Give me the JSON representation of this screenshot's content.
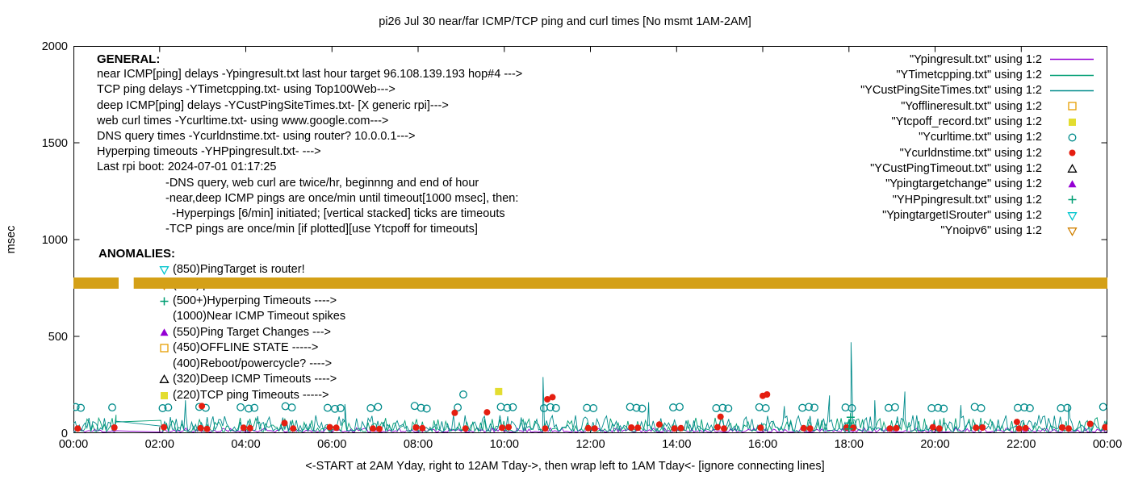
{
  "title": "pi26 Jul 30  near/far ICMP/TCP ping and curl times [No msmt 1AM-2AM]",
  "xlabel": "<-START at 2AM Yday, right to 12AM Tday->, then wrap left to 1AM Tday<- [ignore connecting lines]",
  "ylabel": "msec",
  "general": {
    "heading": "GENERAL:",
    "lines": [
      {
        "text": "near ICMP[ping] delays -Ypingresult.txt last hour target 96.108.139.193 hop#4 --->",
        "indent": 0
      },
      {
        "text": "TCP ping delays -YTimetcpping.txt- using Top100Web--->",
        "indent": 0
      },
      {
        "text": "deep ICMP[ping] delays -YCustPingSiteTimes.txt- [X generic rpi]--->",
        "indent": 0
      },
      {
        "text": "web curl times -Ycurltime.txt- using www.google.com--->",
        "indent": 0
      },
      {
        "text": "DNS query times -Ycurldnstime.txt- using router? 10.0.0.1--->",
        "indent": 0
      },
      {
        "text": "Hyperping timeouts -YHPpingresult.txt- --->",
        "indent": 0
      },
      {
        "text": "Last rpi boot: 2024-07-01 01:17:25",
        "indent": 0
      },
      {
        "text": "-DNS query, web curl are twice/hr, beginnng and end of hour",
        "indent": 1
      },
      {
        "text": "-near,deep ICMP pings are once/min until timeout[1000 msec], then:",
        "indent": 1
      },
      {
        "text": "-Hyperpings [6/min] initiated; [vertical stacked] ticks are timeouts",
        "indent": 2
      },
      {
        "text": "-TCP pings are once/min [if plotted][use Ytcpoff for timeouts]",
        "indent": 1
      }
    ]
  },
  "anomalies": {
    "heading": "ANOMALIES:",
    "lines": [
      {
        "marker": "tri-down-open",
        "color": "#00c5cd",
        "text": "(850)PingTarget is router!"
      },
      {
        "marker": "tri-down-open",
        "color": "#d08000",
        "text": "(775)ipv6 failure ---->"
      },
      {
        "marker": "plus",
        "color": "#009e73",
        "text": "(500+)Hyperping Timeouts ---->"
      },
      {
        "marker": "none",
        "color": "",
        "text": "(1000)Near ICMP Timeout spikes"
      },
      {
        "marker": "triangle",
        "color": "#9400d3",
        "text": "(550)Ping Target Changes --->"
      },
      {
        "marker": "square-open",
        "color": "#e69f00",
        "text": "(450)OFFLINE STATE ----->"
      },
      {
        "marker": "none",
        "color": "",
        "text": "(400)Reboot/powercycle? ---->"
      },
      {
        "marker": "triangle-open",
        "color": "#000000",
        "text": "(320)Deep ICMP Timeouts ---->"
      },
      {
        "marker": "square",
        "color": "#e3dd30",
        "text": "(220)TCP ping Timeouts ----->"
      }
    ]
  },
  "legend": {
    "entries": [
      {
        "label": "\"Ypingresult.txt\" using 1:2",
        "sample": "line",
        "color": "#9400d3"
      },
      {
        "label": "\"YTimetcpping.txt\" using 1:2",
        "sample": "line",
        "color": "#009e73"
      },
      {
        "label": "\"YCustPingSiteTimes.txt\" using 1:2",
        "sample": "line",
        "color": "#008b8b"
      },
      {
        "label": "\"Yofflineresult.txt\" using 1:2",
        "sample": "square-open",
        "color": "#e69f00"
      },
      {
        "label": "\"Ytcpoff_record.txt\" using 1:2",
        "sample": "square",
        "color": "#e3dd30"
      },
      {
        "label": "\"Ycurltime.txt\" using 1:2",
        "sample": "circle-open",
        "color": "#008b8b"
      },
      {
        "label": "\"Ycurldnstime.txt\" using 1:2",
        "sample": "circle",
        "color": "#e51e10"
      },
      {
        "label": "\"YCustPingTimeout.txt\" using 1:2",
        "sample": "triangle-open",
        "color": "#000000"
      },
      {
        "label": "\"Ypingtargetchange\" using 1:2",
        "sample": "triangle",
        "color": "#9400d3"
      },
      {
        "label": "\"YHPpingresult.txt\" using 1:2",
        "sample": "plus",
        "color": "#009e73"
      },
      {
        "label": "\"YpingtargetISrouter\" using 1:2",
        "sample": "tri-down-open",
        "color": "#00c5cd"
      },
      {
        "label": "\"Ynoipv6\" using 1:2",
        "sample": "tri-down-open",
        "color": "#d08000"
      }
    ]
  },
  "chart_data": {
    "type": "line",
    "title": "pi26 Jul 30  near/far ICMP/TCP ping and curl times [No msmt 1AM-2AM]",
    "xlabel": "<-START at 2AM Yday, right to 12AM Tday->, then wrap left to 1AM Tday<- [ignore connecting lines]",
    "ylabel": "msec",
    "xlim": [
      0,
      24
    ],
    "ylim": [
      0,
      2000
    ],
    "grid": false,
    "legend_position": "top-right",
    "no_msmt_gap": [
      1.0,
      2.0
    ],
    "y_ticks": [
      0,
      500,
      1000,
      1500,
      2000
    ],
    "x_ticks": [
      {
        "v": 0,
        "label": "00:00"
      },
      {
        "v": 2,
        "label": "02:00"
      },
      {
        "v": 4,
        "label": "04:00"
      },
      {
        "v": 6,
        "label": "06:00"
      },
      {
        "v": 8,
        "label": "08:00"
      },
      {
        "v": 10,
        "label": "10:00"
      },
      {
        "v": 12,
        "label": "12:00"
      },
      {
        "v": 14,
        "label": "14:00"
      },
      {
        "v": 16,
        "label": "16:00"
      },
      {
        "v": 18,
        "label": "18:00"
      },
      {
        "v": 20,
        "label": "20:00"
      },
      {
        "v": 22,
        "label": "22:00"
      },
      {
        "v": 24,
        "label": "00:00"
      }
    ],
    "series": [
      {
        "name": "Ypingresult",
        "type": "noise-line",
        "color": "#9400d3",
        "seed": 11,
        "min": 6,
        "max": 28,
        "spikes": []
      },
      {
        "name": "YTimetcpping",
        "type": "noise-line",
        "color": "#009e73",
        "seed": 23,
        "min": 8,
        "max": 80,
        "spikes": [
          [
            0.99,
            95
          ]
        ]
      },
      {
        "name": "YCustPingSiteTimes",
        "type": "noise-line",
        "color": "#008b8b",
        "seed": 5,
        "min": 12,
        "max": 95,
        "spikes": [
          [
            2.6,
            170
          ],
          [
            6.3,
            150
          ],
          [
            10.9,
            290
          ],
          [
            13.35,
            160
          ],
          [
            16.5,
            140
          ],
          [
            17.55,
            195
          ],
          [
            18.05,
            470
          ],
          [
            18.6,
            170
          ],
          [
            19.3,
            215
          ],
          [
            20.6,
            145
          ],
          [
            23.1,
            150
          ]
        ]
      },
      {
        "name": "Ynoipv6",
        "type": "band",
        "color": "#d4a017",
        "y": 775,
        "thickness_msec": 58,
        "gap": [
          1.05,
          1.4
        ]
      },
      {
        "name": "Ytcpoff_record",
        "type": "scatter",
        "marker": "square",
        "color": "#e3dd30",
        "points": [
          [
            9.87,
            215
          ]
        ]
      },
      {
        "name": "Ycurltime",
        "type": "scatter",
        "marker": "circle-open",
        "color": "#008b8b",
        "points": [
          [
            0.05,
            135
          ],
          [
            0.17,
            131
          ],
          [
            0.9,
            133
          ],
          [
            2.07,
            129
          ],
          [
            2.2,
            133
          ],
          [
            2.92,
            136
          ],
          [
            3.07,
            131
          ],
          [
            3.88,
            134
          ],
          [
            4.07,
            127
          ],
          [
            4.2,
            131
          ],
          [
            4.92,
            139
          ],
          [
            5.07,
            133
          ],
          [
            5.9,
            131
          ],
          [
            6.07,
            126
          ],
          [
            6.2,
            129
          ],
          [
            6.9,
            129
          ],
          [
            7.07,
            136
          ],
          [
            7.92,
            141
          ],
          [
            8.07,
            131
          ],
          [
            8.2,
            127
          ],
          [
            8.92,
            133
          ],
          [
            9.05,
            200
          ],
          [
            9.92,
            136
          ],
          [
            10.07,
            131
          ],
          [
            10.2,
            134
          ],
          [
            10.92,
            129
          ],
          [
            11.07,
            134
          ],
          [
            11.2,
            130
          ],
          [
            11.92,
            131
          ],
          [
            12.07,
            129
          ],
          [
            12.92,
            136
          ],
          [
            13.07,
            131
          ],
          [
            13.2,
            127
          ],
          [
            13.92,
            133
          ],
          [
            14.07,
            136
          ],
          [
            14.92,
            129
          ],
          [
            15.07,
            131
          ],
          [
            15.2,
            128
          ],
          [
            15.92,
            134
          ],
          [
            16.07,
            129
          ],
          [
            16.92,
            131
          ],
          [
            17.07,
            136
          ],
          [
            17.2,
            132
          ],
          [
            17.92,
            133
          ],
          [
            18.07,
            129
          ],
          [
            18.92,
            131
          ],
          [
            19.07,
            134
          ],
          [
            19.92,
            129
          ],
          [
            20.07,
            131
          ],
          [
            20.2,
            127
          ],
          [
            20.92,
            136
          ],
          [
            21.07,
            129
          ],
          [
            21.92,
            131
          ],
          [
            22.07,
            133
          ],
          [
            22.2,
            129
          ],
          [
            22.92,
            129
          ],
          [
            23.07,
            131
          ],
          [
            23.9,
            136
          ]
        ]
      },
      {
        "name": "Ycurldnstime",
        "type": "scatter",
        "marker": "circle",
        "color": "#e51e10",
        "points": [
          [
            0.1,
            24
          ],
          [
            0.95,
            29
          ],
          [
            2.1,
            31
          ],
          [
            2.95,
            26
          ],
          [
            2.98,
            140
          ],
          [
            3.1,
            22
          ],
          [
            3.95,
            28
          ],
          [
            4.1,
            26
          ],
          [
            4.9,
            52
          ],
          [
            5.1,
            24
          ],
          [
            5.95,
            31
          ],
          [
            6.1,
            28
          ],
          [
            6.95,
            24
          ],
          [
            7.1,
            22
          ],
          [
            7.95,
            29
          ],
          [
            8.1,
            26
          ],
          [
            8.85,
            105
          ],
          [
            9.1,
            24
          ],
          [
            9.6,
            108
          ],
          [
            9.95,
            28
          ],
          [
            10.1,
            31
          ],
          [
            10.95,
            24
          ],
          [
            11.0,
            175
          ],
          [
            11.12,
            186
          ],
          [
            11.95,
            26
          ],
          [
            12.1,
            24
          ],
          [
            12.95,
            29
          ],
          [
            13.1,
            28
          ],
          [
            13.6,
            45
          ],
          [
            13.95,
            24
          ],
          [
            14.1,
            26
          ],
          [
            14.95,
            31
          ],
          [
            15.02,
            85
          ],
          [
            15.1,
            24
          ],
          [
            15.95,
            28
          ],
          [
            16.0,
            193
          ],
          [
            16.1,
            200
          ],
          [
            16.95,
            26
          ],
          [
            17.1,
            24
          ],
          [
            17.95,
            29
          ],
          [
            18.1,
            28
          ],
          [
            18.95,
            24
          ],
          [
            19.1,
            26
          ],
          [
            19.95,
            31
          ],
          [
            20.1,
            24
          ],
          [
            20.95,
            28
          ],
          [
            21.1,
            29
          ],
          [
            21.9,
            58
          ],
          [
            21.95,
            24
          ],
          [
            22.1,
            26
          ],
          [
            22.95,
            29
          ],
          [
            23.1,
            24
          ],
          [
            23.6,
            48
          ],
          [
            23.95,
            31
          ]
        ]
      },
      {
        "name": "YHPpingresult",
        "type": "scatter",
        "marker": "plus",
        "color": "#009e73",
        "points": [
          [
            18.0,
            22
          ],
          [
            18.02,
            52
          ],
          [
            18.04,
            82
          ]
        ]
      },
      {
        "name": "Yofflineresult",
        "type": "scatter",
        "marker": "square-open",
        "color": "#e69f00",
        "points": []
      },
      {
        "name": "YCustPingTimeout",
        "type": "scatter",
        "marker": "triangle-open",
        "color": "#000000",
        "points": []
      },
      {
        "name": "Ypingtargetchange",
        "type": "scatter",
        "marker": "triangle",
        "color": "#9400d3",
        "points": []
      },
      {
        "name": "YpingtargetISrouter",
        "type": "scatter",
        "marker": "tri-down-open",
        "color": "#00c5cd",
        "points": []
      }
    ]
  }
}
